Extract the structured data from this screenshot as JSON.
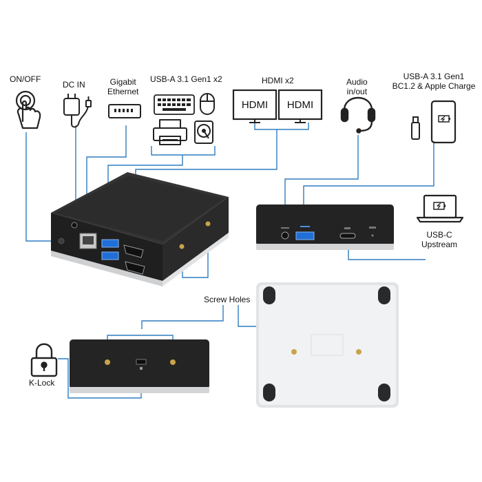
{
  "labels": {
    "on_off": "ON/OFF",
    "dc_in": "DC IN",
    "gigabit_1": "Gigabit",
    "gigabit_2": "Ethernet",
    "usb_a_x2": "USB-A 3.1 Gen1 x2",
    "hdmi_x2": "HDMI x2",
    "audio_1": "Audio",
    "audio_2": "in/out",
    "usb_a_charge_1": "USB-A 3.1 Gen1",
    "usb_a_charge_2": "BC1.2 & Apple Charge",
    "usb_c_1": "USB-C",
    "usb_c_2": "Upstream",
    "screw_holes": "Screw Holes",
    "k_lock": "K-Lock"
  },
  "hdmi_icon_text": "HDMI",
  "colors": {
    "leader_line": "#2e7cc0",
    "device_body": "#2b2b2b",
    "device_top": "#3a3a3a",
    "aluminum": "#d9dadc",
    "usb3_blue": "#1f6fd6",
    "icon_stroke": "#222222"
  },
  "icons": [
    "pushbutton-hand-icon",
    "power-adapter-icon",
    "ethernet-port-icon",
    "keyboard-icon",
    "mouse-icon",
    "printer-icon",
    "hard-drive-icon",
    "hdmi-monitor-icon",
    "headset-icon",
    "usb-stick-icon",
    "phone-charging-icon",
    "laptop-charging-icon",
    "padlock-icon"
  ]
}
